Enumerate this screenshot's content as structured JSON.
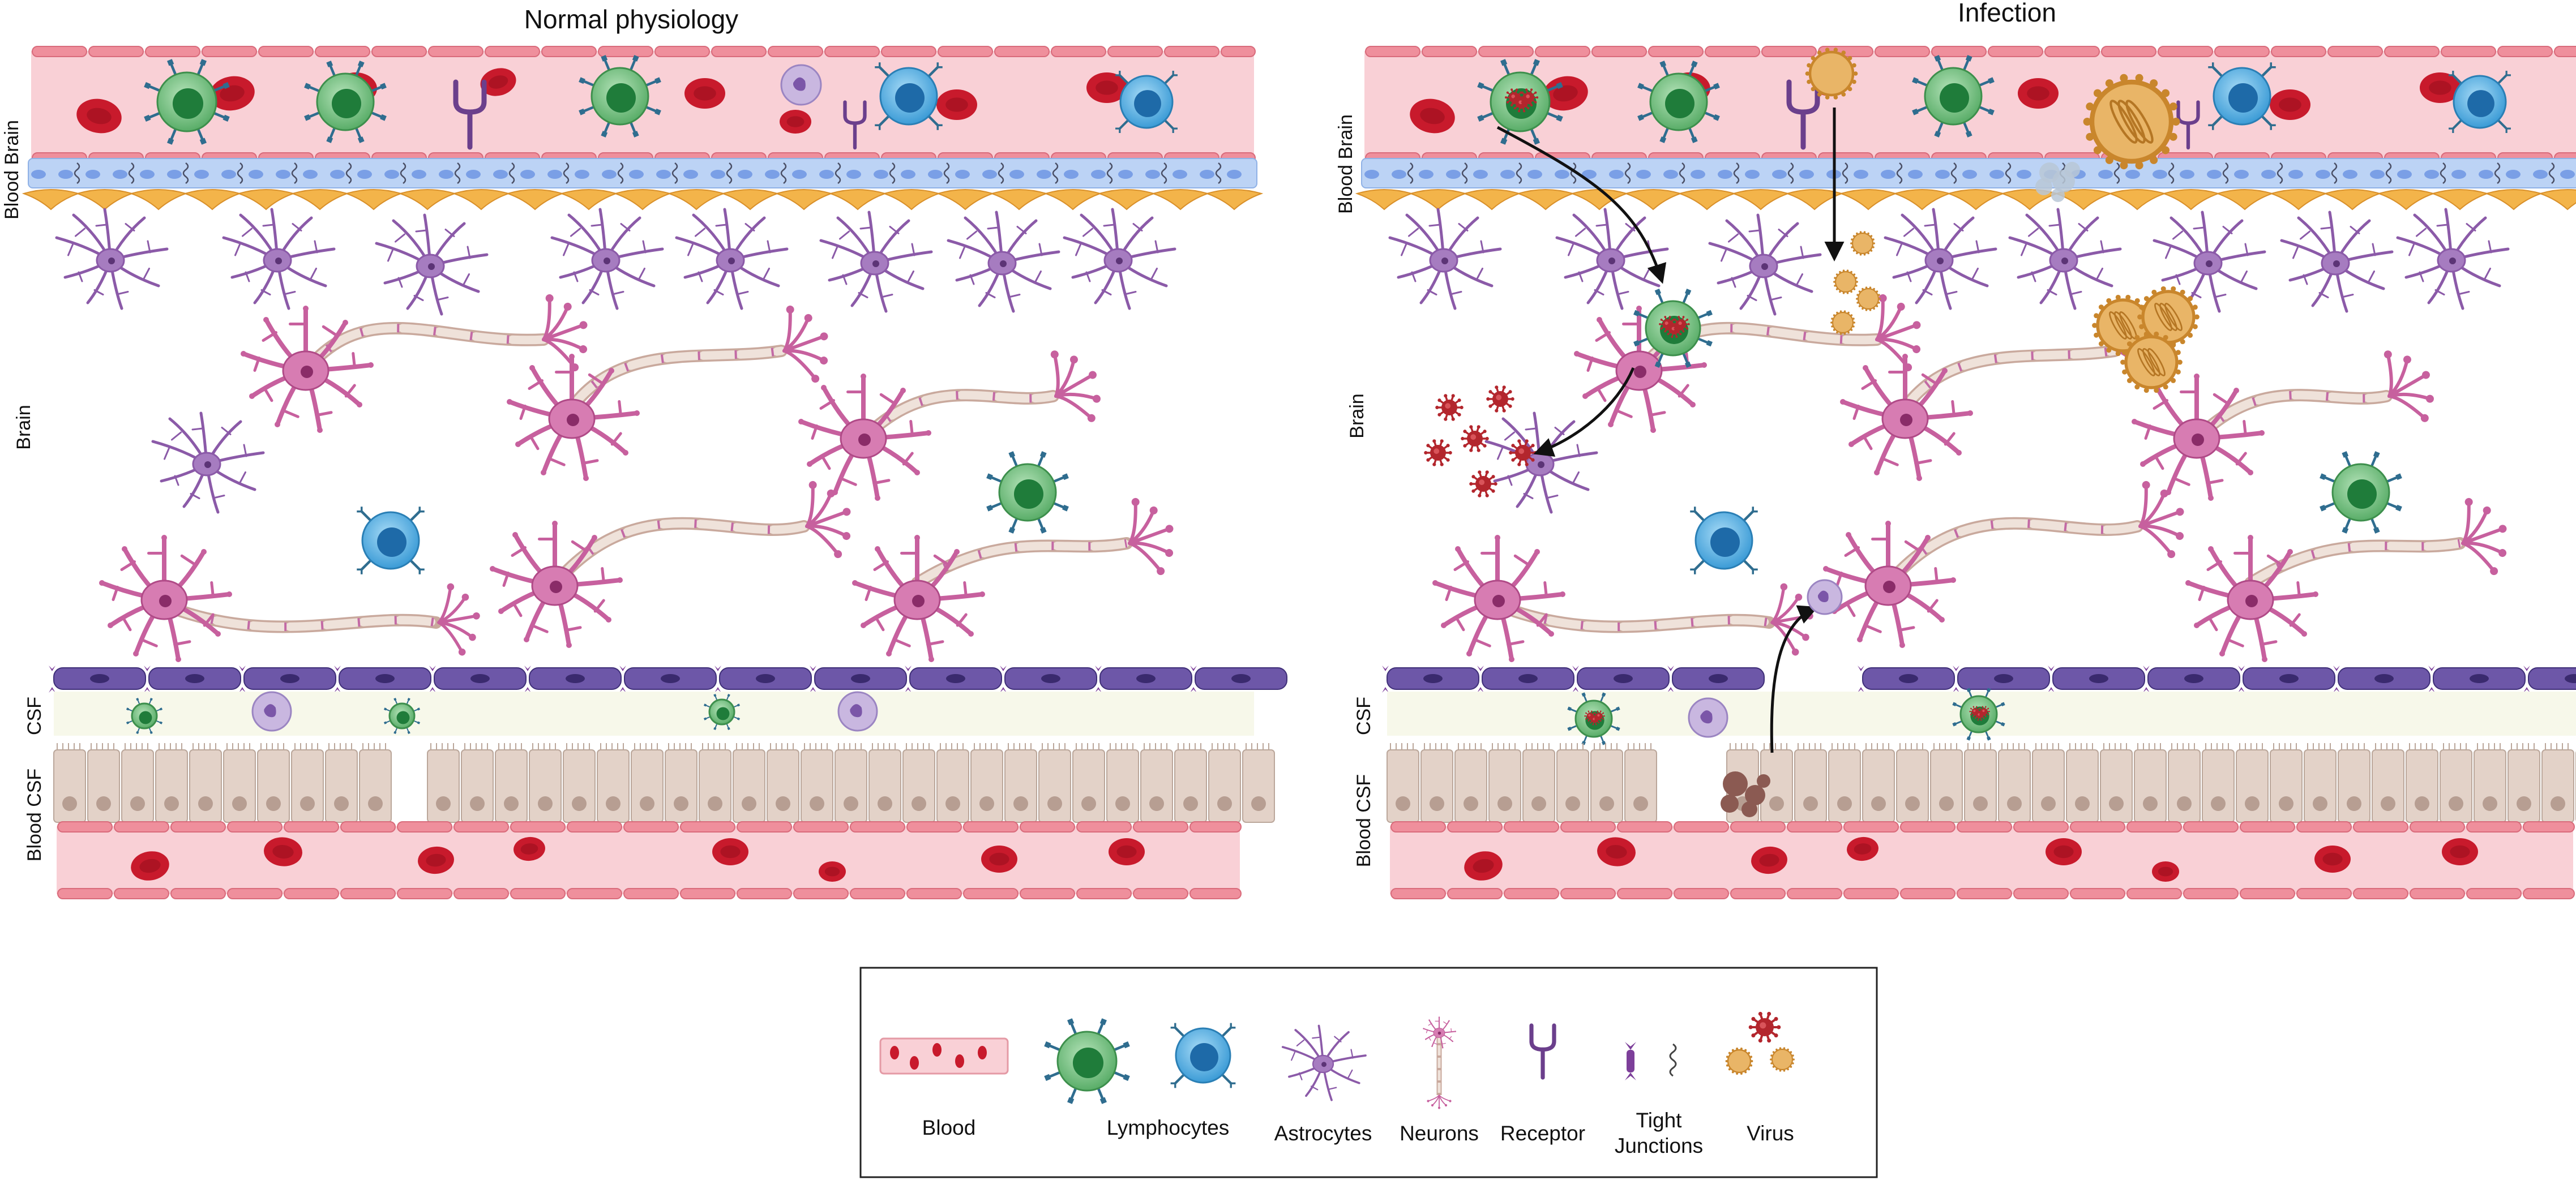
{
  "panels": {
    "normal": {
      "title": "Normal physiology"
    },
    "infection": {
      "title": "Infection"
    }
  },
  "regions": {
    "blood_brain": "Blood Brain",
    "brain": "Brain",
    "csf": "CSF",
    "blood_csf": "Blood CSF"
  },
  "legend": {
    "blood": "Blood",
    "lymphocytes": "Lymphocytes",
    "astrocytes": "Astrocytes",
    "neurons": "Neurons",
    "receptor": "Receptor",
    "tight_junctions_line1": "Tight",
    "tight_junctions_line2": "Junctions",
    "virus": "Virus"
  },
  "colors": {
    "blood_layer": "#f9d0d6",
    "endothelium": "#ef8f9c",
    "red_cell": "#c81a2c",
    "tight_junction_band": "#bcd3f5",
    "astrocyte_endfeet": "#f3b44a",
    "astrocyte": "#8b5aa8",
    "neuron": "#c7609e",
    "lymphocyte_green": "#6dbb7a",
    "lymphocyte_blue": "#49a7dc",
    "receptor": "#6b3f8c",
    "ependyma": "#6d57a8",
    "csf_layer": "#f7f8ea",
    "choroid_epithelium": "#e3d2c8",
    "virus_red": "#b3262d",
    "virus_gold": "#e9b567"
  }
}
